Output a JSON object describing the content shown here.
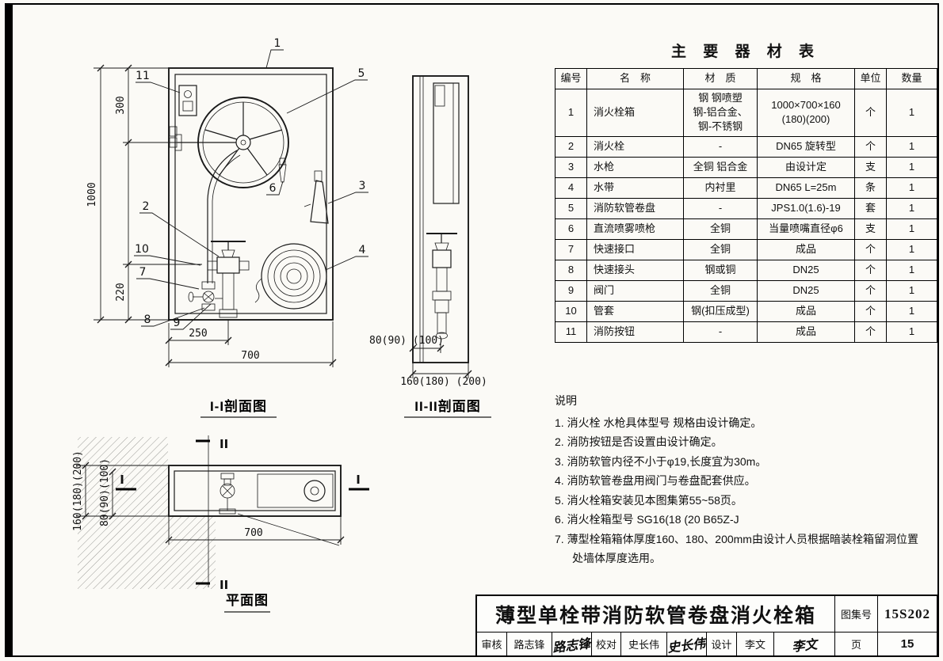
{
  "equipment_table": {
    "title": "主 要 器 材 表",
    "headers": [
      "编号",
      "名　称",
      "材　质",
      "规　格",
      "单位",
      "数量"
    ],
    "rows": [
      [
        "1",
        "消火栓箱",
        "钢  钢喷塑\n钢-铝合金、\n钢-不锈钢",
        "1000×700×160\n(180)(200)",
        "个",
        "1"
      ],
      [
        "2",
        "消火栓",
        "-",
        "DN65 旋转型",
        "个",
        "1"
      ],
      [
        "3",
        "水枪",
        "全铜 铝合金",
        "由设计定",
        "支",
        "1"
      ],
      [
        "4",
        "水带",
        "内衬里",
        "DN65  L=25m",
        "条",
        "1"
      ],
      [
        "5",
        "消防软管卷盘",
        "-",
        "JPS1.0(1.6)-19",
        "套",
        "1"
      ],
      [
        "6",
        "直流喷雾喷枪",
        "全铜",
        "当量喷嘴直径φ6",
        "支",
        "1"
      ],
      [
        "7",
        "快速接口",
        "全铜",
        "成品",
        "个",
        "1"
      ],
      [
        "8",
        "快速接头",
        "钢或铜",
        "DN25",
        "个",
        "1"
      ],
      [
        "9",
        "阀门",
        "全铜",
        "DN25",
        "个",
        "1"
      ],
      [
        "10",
        "管套",
        "钢(扣压成型)",
        "成品",
        "个",
        "1"
      ],
      [
        "11",
        "消防按钮",
        "-",
        "成品",
        "个",
        "1"
      ]
    ]
  },
  "notes": {
    "title": "说明",
    "items": [
      "1. 消火栓 水枪具体型号 规格由设计确定。",
      "2. 消防按钮是否设置由设计确定。",
      "3. 消防软管内径不小于φ19,长度宜为30m。",
      "4. 消防软管卷盘用阀门与卷盘配套供应。",
      "5. 消火栓箱安装见本图集第55~58页。",
      "6. 消火栓箱型号 SG16(18 (20 B65Z-J",
      "7. 薄型栓箱箱体厚度160、180、200mm由设计人员根据暗装栓箱留洞位置处墙体厚度选用。"
    ]
  },
  "drawings": {
    "section_I": {
      "caption": "I-I剖面图",
      "dim_total_h": "1000",
      "dim_top_h": "300",
      "dim_bottom_h": "220",
      "dim_valve_offset": "250",
      "dim_total_w": "700",
      "callouts": {
        "k1": "1",
        "k2": "2",
        "k3": "3",
        "k4": "4",
        "k5": "5",
        "k6": "6",
        "k7": "7",
        "k8": "8",
        "k9": "9",
        "k10": "10",
        "k11": "11"
      }
    },
    "section_II": {
      "caption": "II-II剖面图",
      "dim_inner_d": "80(90) (100)",
      "dim_total_d": "160(180) (200)"
    },
    "plan": {
      "caption": "平面图",
      "dim_total_w": "700",
      "dim_total_d": "160(180)(200)",
      "dim_inner_d": "80(90)(100)",
      "marker_I": "I",
      "marker_II": "II"
    }
  },
  "titleblock": {
    "main_title": "薄型单栓带消防软管卷盘消火栓箱",
    "atlas_label": "图集号",
    "atlas_no": "15S202",
    "page_label": "页",
    "page_no": "15",
    "review_label": "审核",
    "reviewer": "路志锋",
    "reviewer_sig": "路志锋",
    "check_label": "校对",
    "checker": "史长伟",
    "checker_sig": "史长伟",
    "design_label": "设计",
    "designer": "李文",
    "designer_sig": "李文"
  }
}
